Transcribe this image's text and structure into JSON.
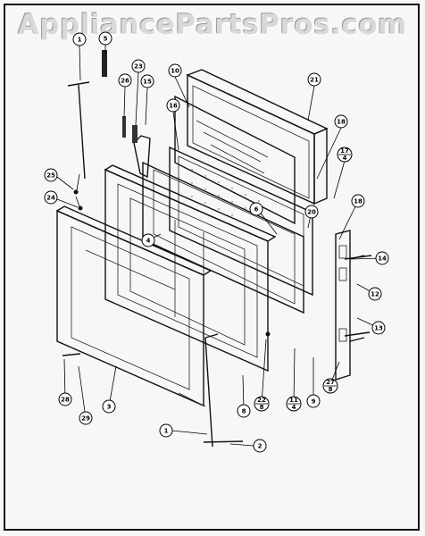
{
  "watermark": {
    "text": "AppliancePartsPros.com"
  },
  "callouts": [
    {
      "id": "c1",
      "label": "1"
    },
    {
      "id": "c5",
      "label": "5"
    },
    {
      "id": "c23",
      "label": "23"
    },
    {
      "id": "c26",
      "label": "26"
    },
    {
      "id": "c15",
      "label": "15"
    },
    {
      "id": "c10",
      "label": "10"
    },
    {
      "id": "c21",
      "label": "21"
    },
    {
      "id": "c16",
      "label": "16"
    },
    {
      "id": "c18a",
      "label": "18"
    },
    {
      "id": "c17",
      "label": "17",
      "sub": "4"
    },
    {
      "id": "c25",
      "label": "25"
    },
    {
      "id": "c24",
      "label": "24"
    },
    {
      "id": "c6",
      "label": "6"
    },
    {
      "id": "c20",
      "label": "20"
    },
    {
      "id": "c18b",
      "label": "18"
    },
    {
      "id": "c4",
      "label": "4"
    },
    {
      "id": "c14",
      "label": "14"
    },
    {
      "id": "c12",
      "label": "12"
    },
    {
      "id": "c13",
      "label": "13"
    },
    {
      "id": "c3",
      "label": "3"
    },
    {
      "id": "c28",
      "label": "28"
    },
    {
      "id": "c29",
      "label": "29"
    },
    {
      "id": "c8",
      "label": "8"
    },
    {
      "id": "c22",
      "label": "22",
      "sub": "8"
    },
    {
      "id": "c11",
      "label": "11",
      "sub": "4"
    },
    {
      "id": "c9",
      "label": "9"
    },
    {
      "id": "c27",
      "label": "27",
      "sub": "8"
    },
    {
      "id": "c1b",
      "label": "1"
    },
    {
      "id": "c2",
      "label": "2"
    }
  ]
}
